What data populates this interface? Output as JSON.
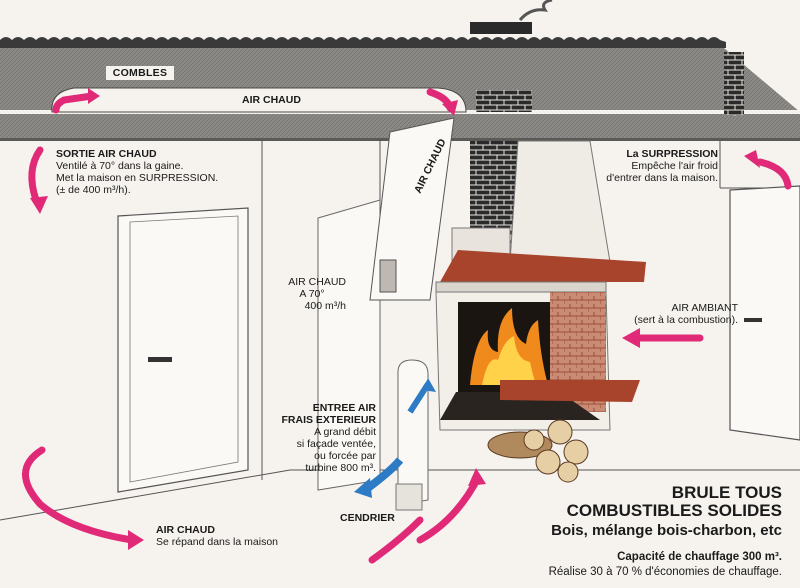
{
  "labels": {
    "combles": "COMBLES",
    "air_chaud_top": "AIR CHAUD",
    "sortie_title": "SORTIE AIR CHAUD",
    "sortie_line1": "Ventilé à 70° dans la gaine.",
    "sortie_line2": "Met la maison en SURPRESSION.",
    "sortie_line3": "(± de 400 m³/h).",
    "duct_label": "AIR CHAUD",
    "duct_side_1": "AIR CHAUD",
    "duct_side_2": "A 70°",
    "duct_side_3": "400 m³/h",
    "surpression_title": "La SURPRESSION",
    "surpression_line1": "Empêche l'air froid",
    "surpression_line2": "d'entrer dans la maison.",
    "ambiant_title": "AIR AMBIANT",
    "ambiant_line1": "(sert à la combustion).",
    "entree_title1": "ENTREE AIR",
    "entree_title2": "FRAIS EXTERIEUR",
    "entree_line1": "A grand débit",
    "entree_line2": "si façade ventée,",
    "entree_line3": "ou forcée par",
    "entree_line4": "turbine 800 m³.",
    "cendrier": "CENDRIER",
    "bottom_title": "AIR CHAUD",
    "bottom_line1": "Se répand dans la maison",
    "headline1": "BRULE TOUS",
    "headline2": "COMBUSTIBLES SOLIDES",
    "headline3": "Bois, mélange bois-charbon, etc",
    "capacity": "Capacité de chauffage 300 m³.",
    "savings": "Réalise 30 à 70 % d'économies de chauffage."
  },
  "colors": {
    "arrow_pink": "#e02a78",
    "roof_gray": "#8c8a86",
    "inlet_blue": "#2d7bc4",
    "fire_orange": "#f08a1c",
    "brick_red": "#a8432c"
  },
  "icons": [
    "fire-icon",
    "logs-icon",
    "door-icon",
    "chimney-icon"
  ]
}
